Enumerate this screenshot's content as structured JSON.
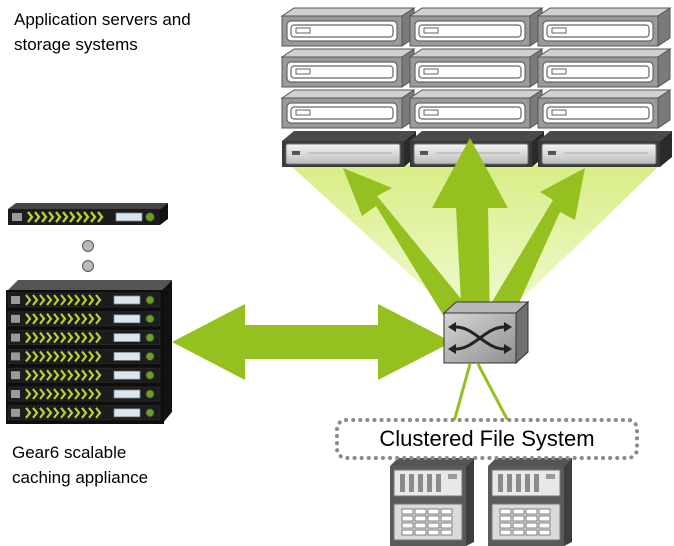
{
  "captions": {
    "servers_line1": "Application servers and",
    "servers_line2": "storage systems",
    "appliance_line1": "Gear6 scalable",
    "appliance_line2": "caching appliance"
  },
  "file_system_label": "Clustered File System",
  "colors": {
    "arrow": "#94c11f",
    "beam": "#e3f2a6",
    "server_gray": "#8a8a8a",
    "appliance_black": "#1c1c1c",
    "appliance_stripe": "#b5d334"
  },
  "counts": {
    "top_row_servers": 3,
    "servers_per_stack": 3,
    "appliance_units_in_stack": 7,
    "storage_nodes": 2
  }
}
